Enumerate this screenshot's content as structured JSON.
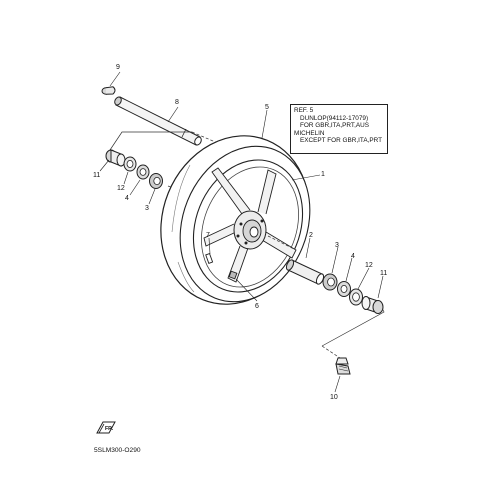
{
  "ref_note": {
    "line1": "REF. 5",
    "line2": "DUNLOP(94112-17079)",
    "line3": "FOR GBR,ITA,PRT,AUS",
    "line4": "MICHELIN",
    "line5": "EXCEPT FOR GBR,ITA,PRT"
  },
  "callouts": {
    "c1": "1",
    "c2": "2",
    "c3_left": "3",
    "c3_right": "3",
    "c4_left": "4",
    "c4_right": "4",
    "c5": "5",
    "c6": "6",
    "c7": "7",
    "c8": "8",
    "c9": "9",
    "c10": "10",
    "c11_left": "11",
    "c11_right": "11",
    "c12_left": "12",
    "c12_right": "12"
  },
  "front_tag": "FR.",
  "diagram_code": "5SLM300-O290",
  "icons": {
    "front_marker": "front-arrow-icon"
  }
}
